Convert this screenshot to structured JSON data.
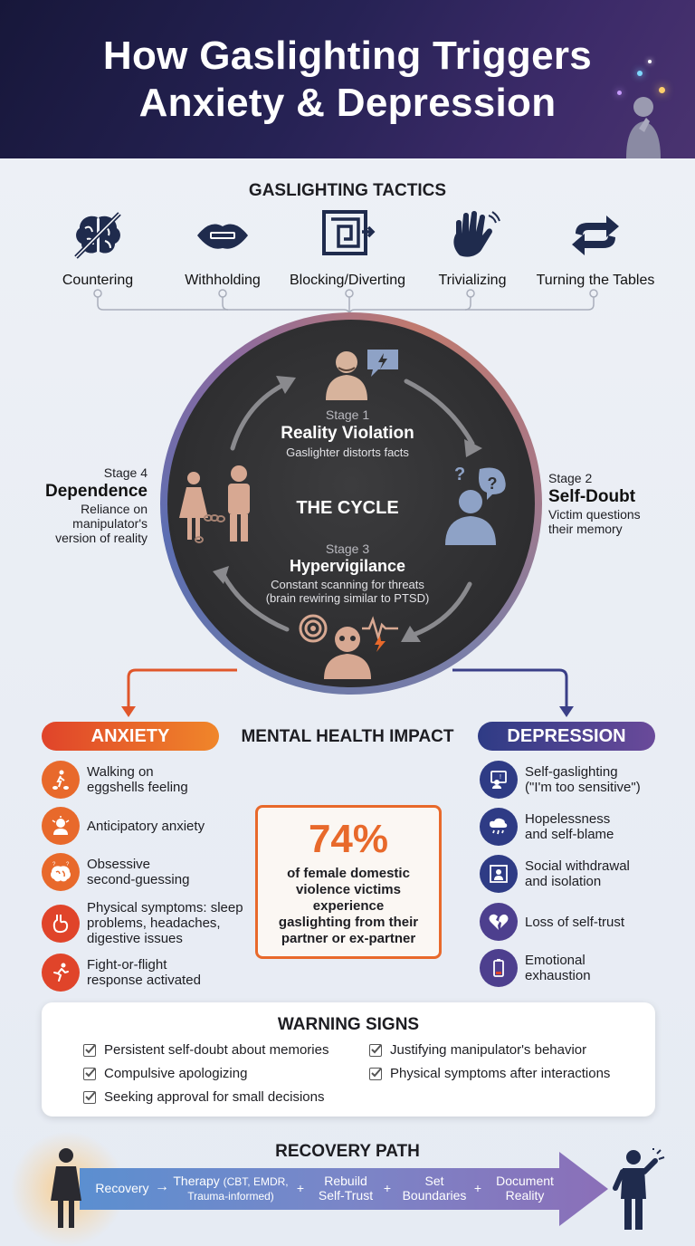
{
  "header": {
    "title_line1": "How Gaslighting Triggers",
    "title_line2": "Anxiety & Depression"
  },
  "tactics": {
    "title": "GASLIGHTING TACTICS",
    "items": [
      {
        "label": "Countering",
        "icon": "brain-crossed-icon"
      },
      {
        "label": "Withholding",
        "icon": "lips-sealed-icon"
      },
      {
        "label": "Blocking/Diverting",
        "icon": "maze-icon"
      },
      {
        "label": "Trivializing",
        "icon": "hand-dismiss-icon"
      },
      {
        "label": "Turning the Tables",
        "icon": "swap-arrows-icon"
      }
    ]
  },
  "cycle": {
    "center_label": "THE CYCLE",
    "stage1": {
      "num": "Stage 1",
      "title": "Reality Violation",
      "desc": "Gaslighter distorts facts"
    },
    "stage2": {
      "num": "Stage 2",
      "title": "Self-Doubt",
      "desc_line1": "Victim questions",
      "desc_line2": "their memory"
    },
    "stage3": {
      "num": "Stage 3",
      "title": "Hypervigilance",
      "desc_line1": "Constant scanning for threats",
      "desc_line2": "(brain rewiring similar to PTSD)"
    },
    "stage4": {
      "num": "Stage 4",
      "title": "Dependence",
      "desc_line1": "Reliance on",
      "desc_line2": "manipulator's",
      "desc_line3": "version of reality"
    }
  },
  "impact": {
    "title": "MENTAL HEALTH IMPACT",
    "anxiety_label": "ANXIETY",
    "depression_label": "DEPRESSION",
    "anxiety_items": [
      {
        "l1": "Walking on",
        "l2": "eggshells feeling",
        "l3": ""
      },
      {
        "l1": "Anticipatory anxiety",
        "l2": "",
        "l3": ""
      },
      {
        "l1": "Obsessive",
        "l2": "second-guessing",
        "l3": ""
      },
      {
        "l1": "Physical symptoms: sleep",
        "l2": "problems, headaches,",
        "l3": "digestive issues"
      },
      {
        "l1": "Fight-or-flight",
        "l2": "response activated",
        "l3": ""
      }
    ],
    "depression_items": [
      {
        "l1": "Self-gaslighting",
        "l2": "(\"I'm too sensitive\")"
      },
      {
        "l1": "Hopelessness",
        "l2": "and self-blame"
      },
      {
        "l1": "Social withdrawal",
        "l2": "and isolation"
      },
      {
        "l1": "Loss of self-trust",
        "l2": ""
      },
      {
        "l1": "Emotional",
        "l2": "exhaustion"
      }
    ],
    "stat": {
      "value": "74%",
      "l1": "of female domestic",
      "l2": "violence victims",
      "l3": "experience",
      "l4": "gaslighting from their",
      "l5": "partner or ex-partner"
    }
  },
  "warning": {
    "title": "WARNING SIGNS",
    "left": [
      "Persistent self-doubt about memories",
      "Compulsive apologizing",
      "Seeking approval for small decisions"
    ],
    "right": [
      "Justifying manipulator's behavior",
      "Physical symptoms after interactions"
    ]
  },
  "recovery": {
    "title": "RECOVERY PATH",
    "step1": "Recovery",
    "arrow": "→",
    "step2_l1": "Therapy",
    "step2_small1": "(CBT, EMDR,",
    "step2_l2": "Trauma-informed)",
    "step3_l1": "Rebuild",
    "step3_l2": "Self-Trust",
    "step4_l1": "Set",
    "step4_l2": "Boundaries",
    "step5_l1": "Document",
    "step5_l2": "Reality",
    "plus": "+"
  },
  "colors": {
    "anxiety": "#e8692b",
    "depression": "#3a3f87",
    "header_bg": "#1e1d47"
  }
}
